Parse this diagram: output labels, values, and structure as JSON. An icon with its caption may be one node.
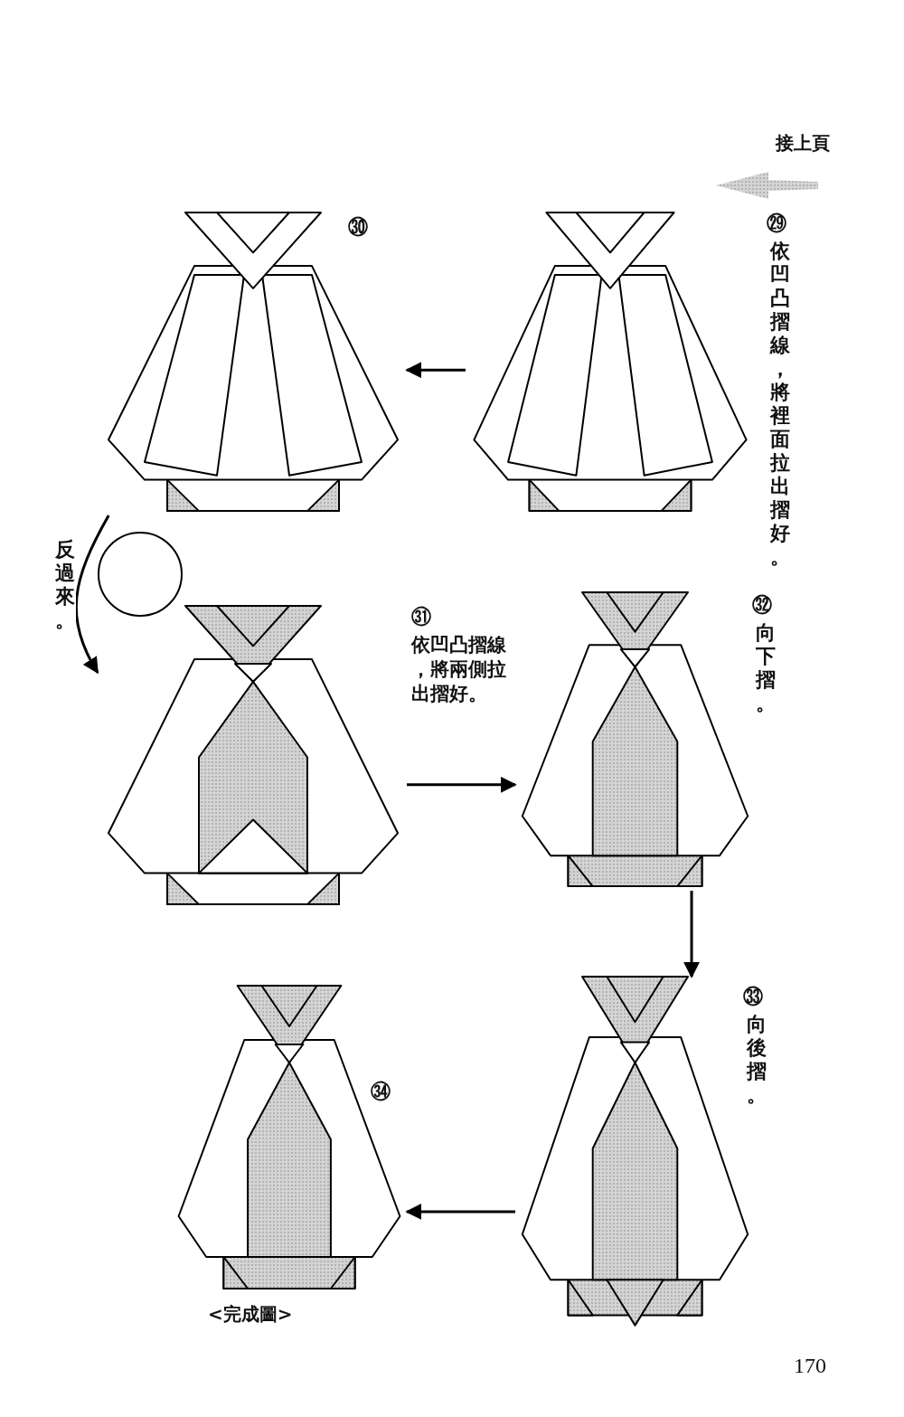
{
  "diagram": {
    "nodes": [
      {
        "text": [],
        "shape": "picture",
        "beside": [
          "㉙",
          "依凹凸摺線，將裡面拉出摺好。"
        ]
      },
      {
        "text": [],
        "shape": "picture",
        "beside": [
          "㉚"
        ]
      },
      {
        "text": [],
        "shape": "picture",
        "beside": [
          "㉛",
          "依凹凸摺線，將兩側拉出摺好。"
        ]
      },
      {
        "text": [],
        "shape": "picture",
        "beside": [
          "㉜",
          "向下摺。"
        ]
      },
      {
        "text": [],
        "shape": "picture",
        "beside": [
          "㉝",
          "向後摺。"
        ]
      },
      {
        "text": [],
        "shape": "picture",
        "beside": [
          "㉞",
          "<完成圖>"
        ]
      }
    ],
    "edges": [
      {
        "from": 0,
        "to": 1,
        "arrow": "to"
      },
      {
        "from": 1,
        "to": 2,
        "arrow": "to",
        "label": "反過來。"
      },
      {
        "from": 2,
        "to": 3,
        "arrow": "to"
      },
      {
        "from": 3,
        "to": 4,
        "arrow": "to"
      },
      {
        "from": 4,
        "to": 5,
        "arrow": "to"
      }
    ],
    "labels": [
      "接上頁",
      "170"
    ]
  }
}
